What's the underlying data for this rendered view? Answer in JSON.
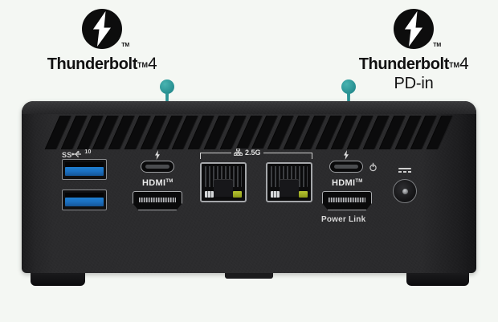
{
  "scene": {
    "device": "mini-pc-rear-io-panel",
    "background_color": "#f4f7f3",
    "chassis_color": "#2c2c2e",
    "accent_color": "#2b9495"
  },
  "callouts": [
    {
      "id": "thunderbolt-4-left",
      "logo_icon": "thunderbolt-bolt-logo",
      "logo_tm": "TM",
      "title": "Thunderbolt",
      "title_tm": "TM",
      "title_number": "4",
      "subtitle": "",
      "pin_color": "#2b9495"
    },
    {
      "id": "thunderbolt-4-pd-in-right",
      "logo_icon": "thunderbolt-bolt-logo",
      "logo_tm": "TM",
      "title": "Thunderbolt",
      "title_tm": "TM",
      "title_number": "4",
      "subtitle": "PD-in",
      "pin_color": "#2b9495"
    }
  ],
  "ports": {
    "usb_a_marking": "SS",
    "usb_a_speed": "10",
    "usb_a_top": {
      "name": "USB Type-A port (upper)",
      "color": "#1b6fc0"
    },
    "usb_a_bottom": {
      "name": "USB Type-A port (lower)",
      "color": "#1b6fc0"
    },
    "usb_c_left": {
      "name": "Thunderbolt 4 USB-C port",
      "icon": "thunderbolt-bolt-icon"
    },
    "hdmi_left_label": "HDMI",
    "hdmi_left_tm": "TM",
    "lan_label": "2.5G",
    "lan_icon": "network-lan-icon",
    "lan_port_1": "2.5G LAN port 1",
    "lan_port_2": "2.5G LAN port 2",
    "usb_c_right": {
      "name": "Thunderbolt 4 PD-in USB-C port",
      "icon": "thunderbolt-bolt-icon",
      "secondary_icon": "power-icon"
    },
    "hdmi_right_label": "HDMI",
    "hdmi_right_tm": "TM",
    "power_link_label": "Power Link",
    "dc_jack": {
      "name": "DC power input jack",
      "icon": "dc-input-icon"
    }
  }
}
